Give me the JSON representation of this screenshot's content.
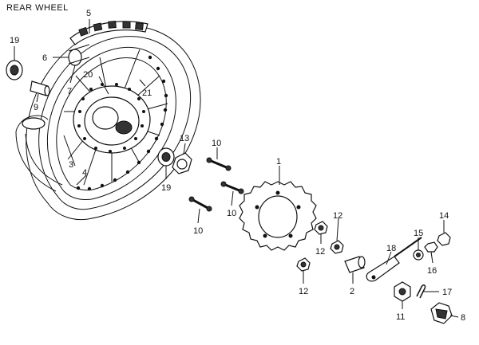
{
  "title": "REAR WHEEL",
  "callouts": {
    "c1": "1",
    "c2": "2",
    "c3": "3",
    "c4": "4",
    "c5": "5",
    "c6": "6",
    "c7": "7",
    "c8": "8",
    "c9": "9",
    "c10a": "10",
    "c10b": "10",
    "c10c": "10",
    "c11": "11",
    "c12a": "12",
    "c12b": "12",
    "c12c": "12",
    "c13": "13",
    "c14": "14",
    "c15": "15",
    "c16": "16",
    "c17": "17",
    "c18": "18",
    "c19a": "19",
    "c19b": "19",
    "c20": "20",
    "c21": "21"
  }
}
